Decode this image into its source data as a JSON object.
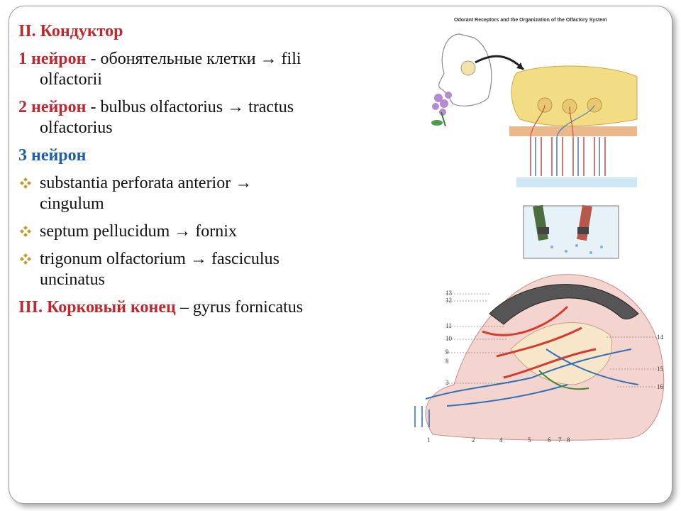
{
  "text": {
    "l1": "II. Кондуктор",
    "l2_a": "1 нейрон",
    "l2_b": " - обонятельные клетки → fili",
    "l2_c": "olfactorii",
    "l3_a": "2 нейрон",
    "l3_b": " - bulbus olfactorius → tractus",
    "l3_c": "olfactorius",
    "l4": "3 нейрон",
    "b1_a": "substantia perforata anterior →",
    "b1_b": "cingulum",
    "b2": "septum pellucidum → fornix",
    "b3_a": "trigonum olfactorium → fasciculus",
    "b3_b": "uncinatus",
    "l5_a": "III. Корковый конец",
    "l5_b": " – gyrus fornicatus"
  },
  "figure_top": {
    "title": "Odorant Receptors and the Organization of the Olfactory System"
  },
  "figure_bottom": {
    "labels_left": [
      "13",
      "12",
      "11",
      "10",
      "9",
      "8",
      "3"
    ],
    "labels_right": [
      "14",
      "15",
      "16"
    ],
    "labels_bottom": [
      "1",
      "2",
      "4",
      "5",
      "6",
      "7",
      "8"
    ]
  },
  "colors": {
    "heading_red": "#c0282d",
    "heading_blue": "#1f5fa8",
    "bullet_gold": "#c69a2b"
  }
}
